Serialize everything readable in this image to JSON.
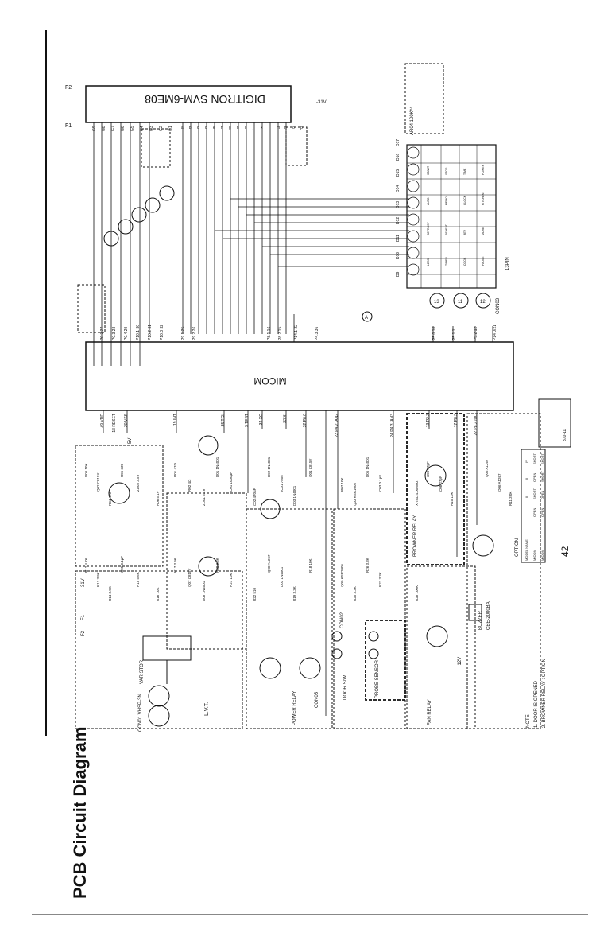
{
  "title": "PCB Circuit Diagram",
  "page_number": "42",
  "display": {
    "model": "DIGITRON SVM-6ME08",
    "pins_top": [
      "F2",
      "F1"
    ],
    "grid": [
      "G9",
      "G8",
      "G7",
      "G6",
      "G5",
      "G4",
      "G3",
      "G2",
      "G1"
    ],
    "segs": [
      "a",
      "b",
      "c",
      "d",
      "e",
      "f",
      "g",
      "h",
      "i",
      "j",
      "k",
      "l",
      "m",
      "n",
      "o",
      "p"
    ],
    "supply": "-31V"
  },
  "micom": {
    "label": "MICOM",
    "left_pins": [
      "49 VDD",
      "18 RESET",
      "20 VSS",
      "19 INT",
      "35 TCL",
      "9 TEST",
      "34 XO",
      "33 XI",
      "32 P6.0",
      "23 P4.2 /AN2",
      "24 P4.3 /AN3",
      "13 P2.3",
      "17 P8.3",
      "22 P8.2 /DO"
    ],
    "right_pins": [
      "P0.2 27",
      "P0.3 28",
      "P0.4 29",
      "P10.1 30",
      "P10.2 31",
      "P10.3 32",
      "P9.1 25",
      "P9.2 26",
      "P8.1 16",
      "P8.2 15",
      "P14.1 22",
      "P4.3 36",
      "P5.0 10",
      "P5.1 11",
      "P5.2 12",
      "P14 0/21"
    ]
  },
  "power": {
    "connector": "CON01 VHSP-3N",
    "transformer": "L.V.T.",
    "varistor": "VARISTOR",
    "rails": [
      "-31V",
      "-5V",
      "+12V",
      "F1",
      "F2"
    ]
  },
  "components": [
    "D06 10K",
    "Q02 C815Y",
    "R04 470",
    "R05 330",
    "ZD03 3.5V",
    "R06 5.1V",
    "R01 47Ω",
    "R02 4Ω",
    "ZD01 5.1V",
    "D01 1N4001",
    "C01 1000µF",
    "C02 470µF",
    "D02 1N4001",
    "IC01 7805",
    "D03 1N4001",
    "Q01 C815Y",
    "R07 10K",
    "Q03 KSR1005",
    "D05 1N4001",
    "C03 0.1µF",
    "X-TAL 4.00MHz",
    "C06 27pF",
    "C08 27pF",
    "R10 10K",
    "Q05 A1267",
    "Q06 A1267",
    "R11 3.0K",
    "R12 4.7K",
    "R13 3.9K",
    "R14 3.9K",
    "C05 0.1µF",
    "R15 5.6K",
    "R16 10K",
    "R17 3.9K",
    "Q07 C815Y",
    "D08 1N4001",
    "R20 3.3K",
    "R21 10K",
    "R22 510",
    "Q08 A1267",
    "D07 1N4001",
    "R19 3.3K",
    "R18 10K",
    "Q09 KSR2005",
    "R25 3.3K",
    "R26 3.3K",
    "R27 3.3K",
    "R28 100K"
  ],
  "relays": [
    "POWER RELAY",
    "DOOR S/W",
    "PROBE SENSOR",
    "BROWNER RELAY",
    "FAN RELAY",
    "BUZZER"
  ],
  "buzzer_part": "CBE-2000BA",
  "connectors": [
    "CON02",
    "CON03",
    "CON05"
  ],
  "keymatrix": {
    "label": "13PIN",
    "diodes": [
      "D9",
      "D10",
      "D11",
      "D12",
      "D13",
      "D14",
      "D15",
      "D16",
      "D17"
    ],
    "sense": [
      "13",
      "11",
      "12"
    ],
    "resistors": "AR04 100K*4",
    "keys": [
      "START",
      "STOP",
      "TIME",
      "POWER",
      "AUTO",
      "MEMO",
      "CLOCK",
      "KITCHEN",
      "DEFROST",
      "REHEAT",
      "BEV",
      "MORE",
      "LESS",
      "TIMER",
      "COOK",
      "PAUSE"
    ]
  },
  "option_table": {
    "title": "OPTION",
    "head": [
      "MODEL NAME",
      "I",
      "II",
      "III",
      "IV"
    ],
    "rows": [
      [
        "MICOM",
        "OPEN",
        "SHORT",
        "OPEN",
        "SHORT"
      ],
      [
        "MICOM",
        "OPEN",
        "OPEN",
        "SHORT",
        "SHORT"
      ]
    ],
    "micom_code": "370-11"
  },
  "note": {
    "title": "NOTE",
    "lines": [
      "1. DOOR IS OPENED",
      "2. BROWNER RELAY : OPTION"
    ]
  }
}
